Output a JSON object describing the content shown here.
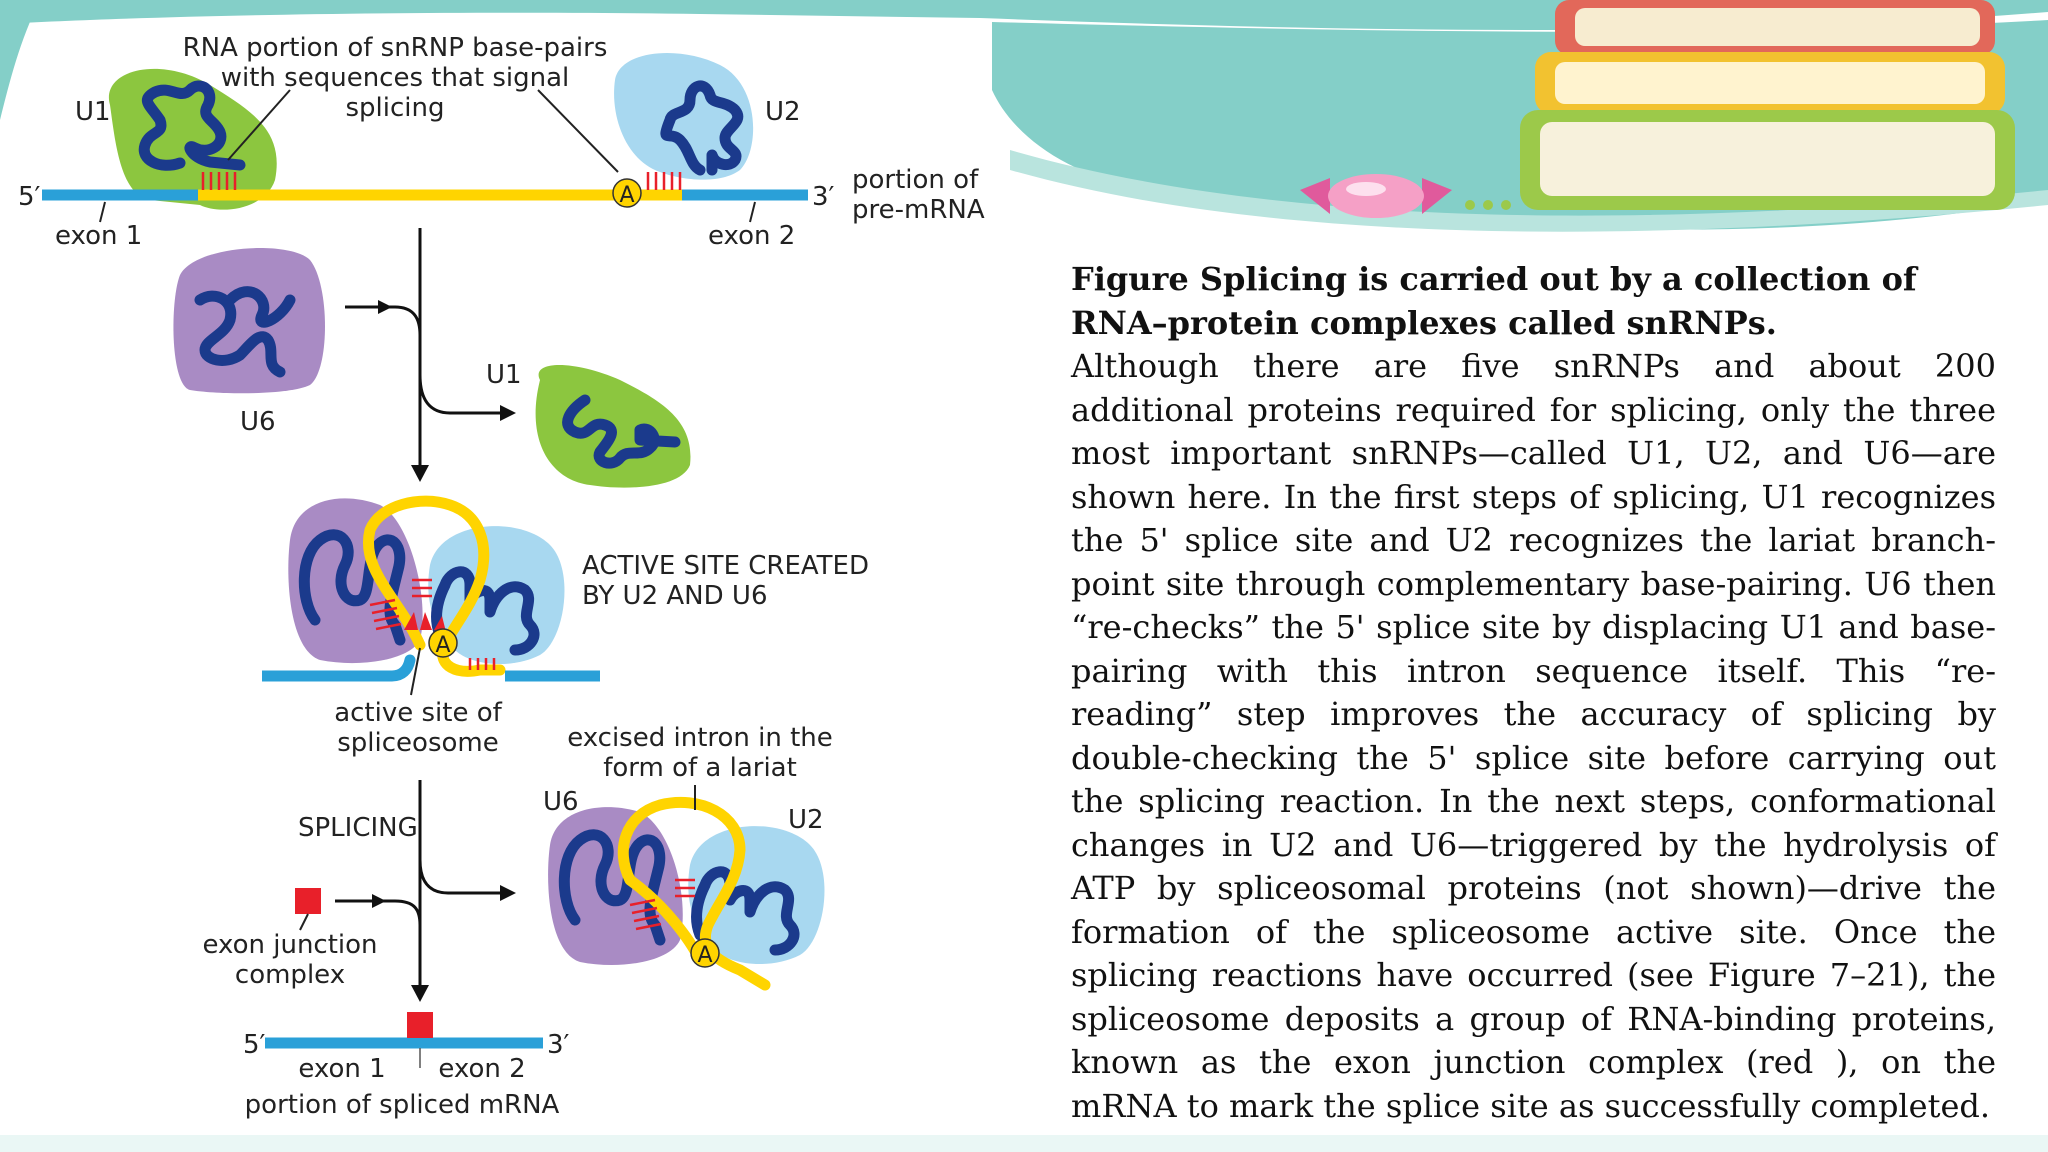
{
  "diagram": {
    "top": {
      "u1_label": "U1",
      "u2_label": "U2",
      "callout_line1": "RNA portion of snRNP base-pairs",
      "callout_line2": "with sequences that signal",
      "callout_line3": "splicing",
      "five_prime": "5′",
      "three_prime": "3′",
      "branch_a": "A",
      "exon1": "exon 1",
      "exon2": "exon 2",
      "pre_mrna_line1": "portion of",
      "pre_mrna_line2": "pre-mRNA"
    },
    "middle": {
      "u6_label": "U6",
      "u1_label": "U1",
      "active_line1": "ACTIVE SITE CREATED",
      "active_line2": "BY U2 AND U6",
      "branch_a": "A",
      "active_site_line1": "active site of",
      "active_site_line2": "spliceosome"
    },
    "bottom": {
      "excised_line1": "excised intron in the",
      "excised_line2": "form of a lariat",
      "u6_label": "U6",
      "u2_label": "U2",
      "splicing": "SPLICING",
      "ejc_line1": "exon junction",
      "ejc_line2": "complex",
      "branch_a": "A",
      "five_prime": "5′",
      "three_prime": "3′",
      "exon1": "exon 1",
      "exon2": "exon 2",
      "spliced": "portion of spliced mRNA"
    }
  },
  "caption": {
    "title": "Figure Splicing is carried out by a collection of RNA–protein complexes called snRNPs.",
    "body": "Although there are five snRNPs and about 200 additional proteins required for splicing, only the three most important snRNPs—called U1, U2, and U6—are shown here. In the first steps of splicing, U1 recognizes the 5' splice site and U2 recognizes the lariat branch-point site through complementary base-pairing. U6 then “re-checks” the 5' splice site by displacing U1 and base-pairing with this intron sequence itself. This “re-reading” step improves the accuracy of splicing by double-checking the 5' splice site before carrying out the splicing reaction. In the next steps, conformational changes in U2 and U6—triggered by the hydrolysis of ATP by spliceosomal proteins (not shown)—drive the formation of the spliceosome active site. Once the splicing reactions have occurred (see Figure 7–21), the spliceosome deposits a group of RNA-binding proteins, known as the exon junction complex (red ), on the mRNA to mark the splice site as successfully completed."
  },
  "colors": {
    "teal": "#84cfc8",
    "exon_blue": "#2aa0d8",
    "intron_yellow": "#ffd400",
    "u1_green": "#8cc63f",
    "u2_blue": "#a8d8f0",
    "u6_purple": "#a98bc4",
    "snrna_navy": "#1b3a8c",
    "ejc_red": "#e8202a"
  }
}
